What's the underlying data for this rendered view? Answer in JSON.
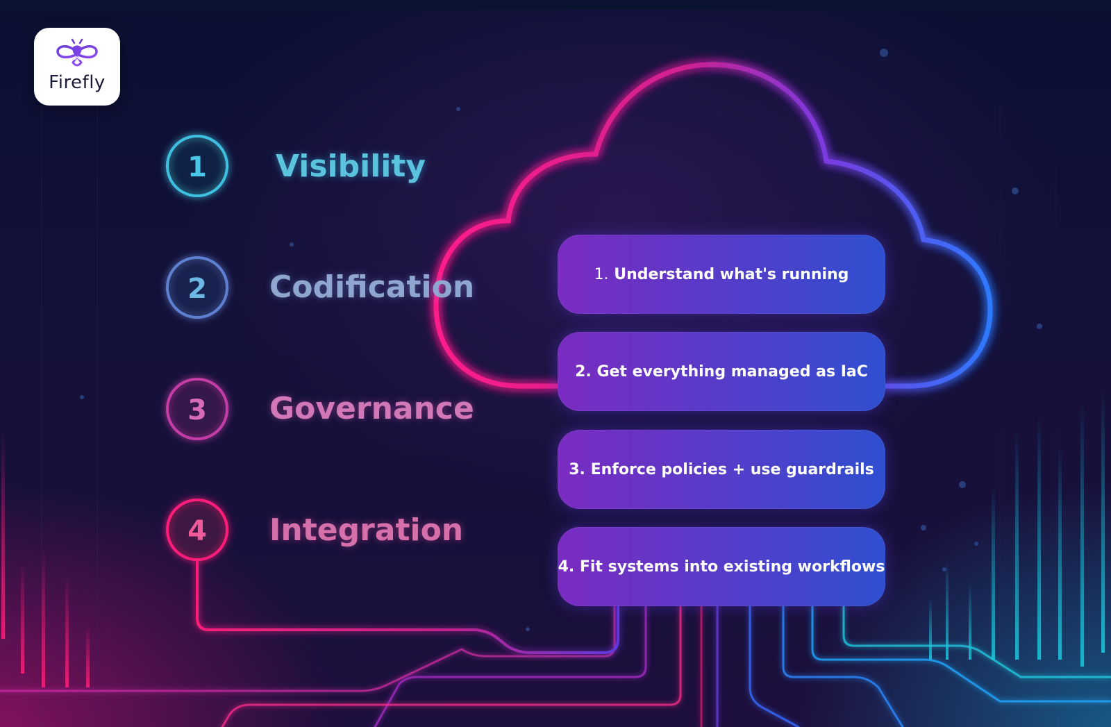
{
  "logo": {
    "name": "Firefly",
    "icon": "firefly-icon"
  },
  "steps": [
    {
      "number": "1",
      "label": "Visibility",
      "color": "#3fc0e0"
    },
    {
      "number": "2",
      "label": "Codification",
      "color": "#5f7fd0"
    },
    {
      "number": "3",
      "label": "Governance",
      "color": "#c43ca6"
    },
    {
      "number": "4",
      "label": "Integration",
      "color": "#e8307a"
    }
  ],
  "cards": [
    {
      "number": "1.",
      "text": "Understand what's running"
    },
    {
      "number": "2.",
      "text": "Get everything managed as IaC"
    },
    {
      "number": "3.",
      "text": "Enforce policies + use guardrails"
    },
    {
      "number": "4.",
      "text": "Fit systems into existing workflows"
    }
  ],
  "colors": {
    "cloud_left": "#ff1f8a",
    "cloud_right": "#2c7bff",
    "card_left": "#7a2bc1",
    "card_right": "#2f4fd0",
    "background": "#14113a"
  }
}
